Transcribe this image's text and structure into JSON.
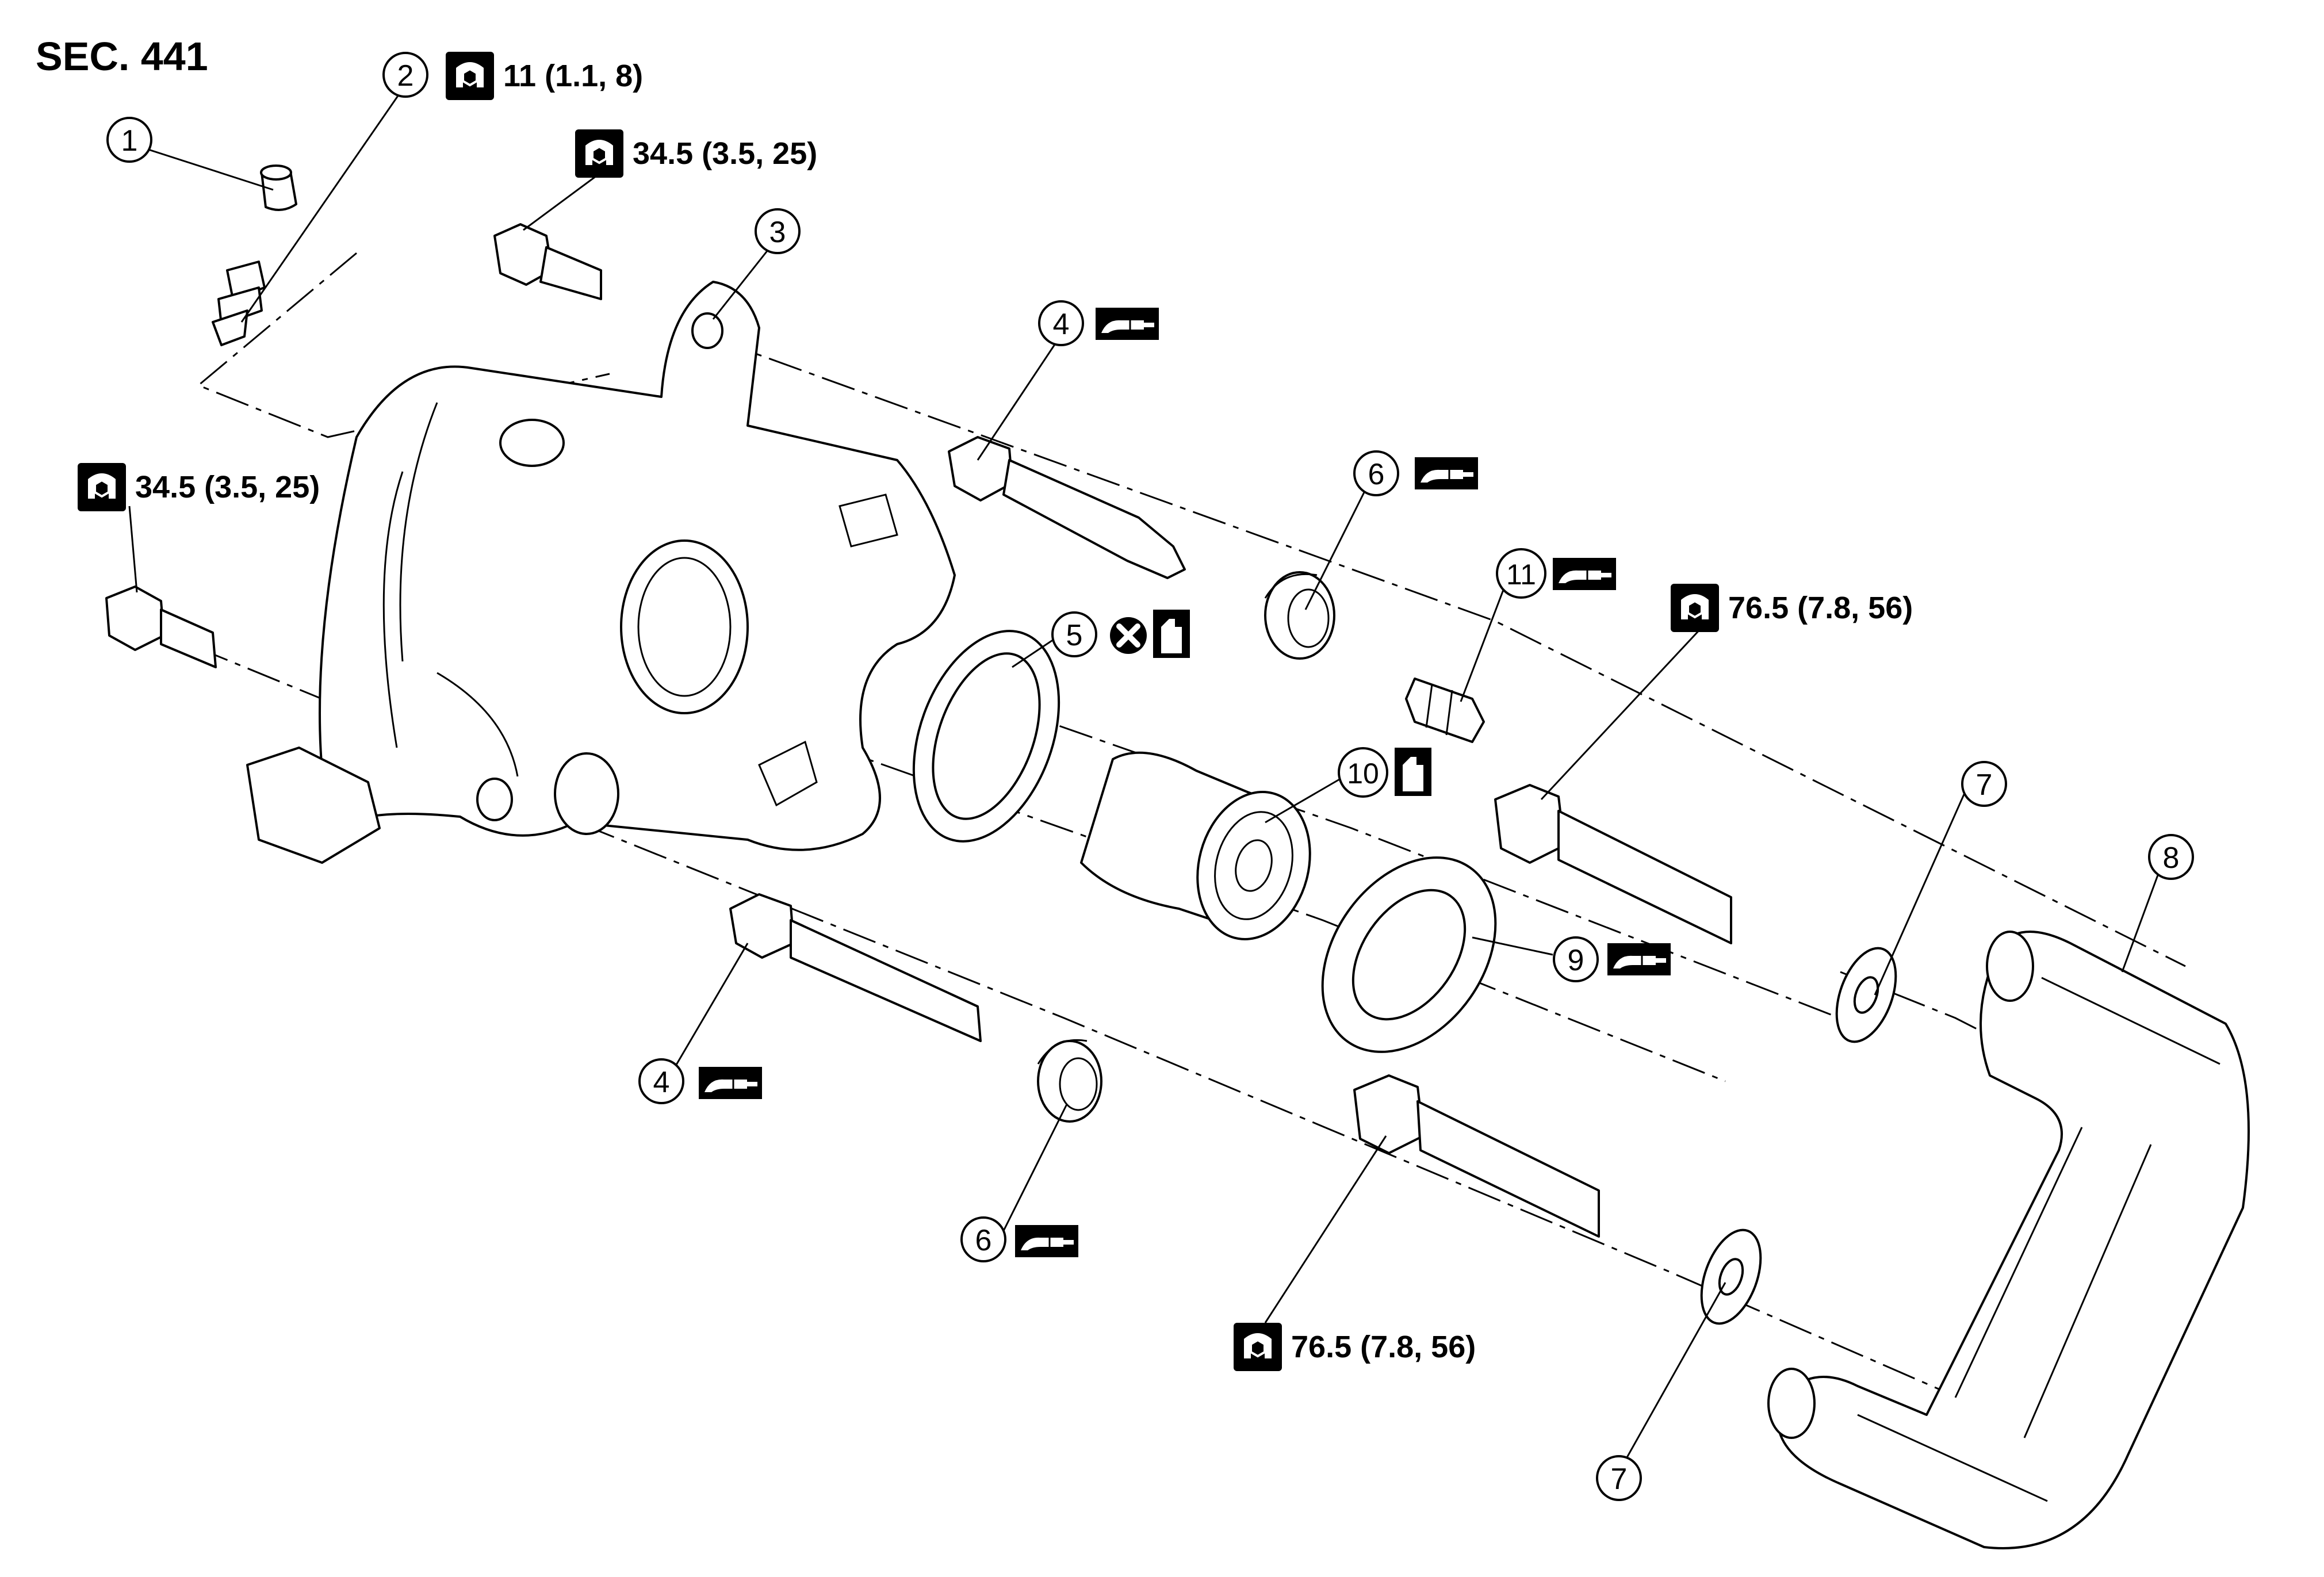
{
  "section": "SEC. 441",
  "torque": {
    "t1": "11 (1.1, 8)",
    "t2": "34.5 (3.5, 25)",
    "t3": "34.5 (3.5, 25)",
    "t4": "76.5 (7.8, 56)",
    "t5": "76.5 (7.8, 56)"
  },
  "callouts": {
    "c1": "1",
    "c2": "2",
    "c3": "3",
    "c4a": "4",
    "c4b": "4",
    "c5": "5",
    "c6a": "6",
    "c6b": "6",
    "c7a": "7",
    "c7b": "7",
    "c8": "8",
    "c9": "9",
    "c10": "10",
    "c11": "11"
  },
  "icons": {
    "torque": "torque-wrench-icon",
    "grease": "grease-icon",
    "fluid": "brake-fluid-icon",
    "replace": "do-not-reuse-icon"
  }
}
